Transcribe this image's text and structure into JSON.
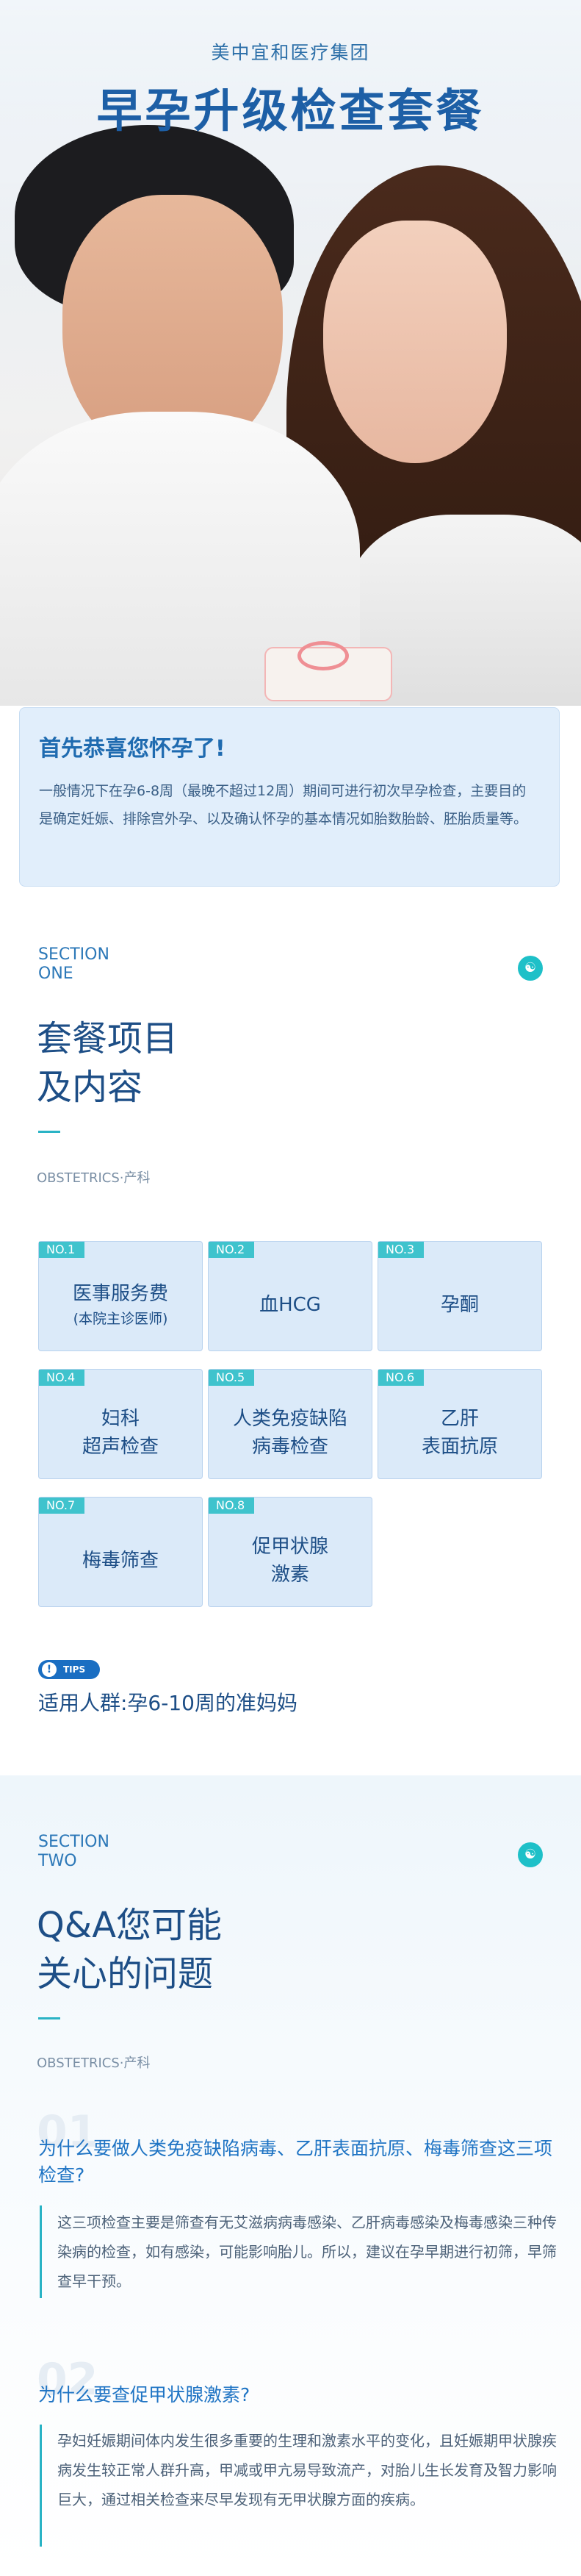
{
  "hero": {
    "brand": "美中宜和医疗集团",
    "title": "早孕升级检查套餐"
  },
  "congrats": {
    "title": "首先恭喜您怀孕了!",
    "text": "一般情况下在孕6-8周（最晚不超过12周）期间可进行初次早孕检查，主要目的是确定妊娠、排除宫外孕、以及确认怀孕的基本情况如胎数胎龄、胚胎质量等。"
  },
  "section_one": {
    "tag_line1": "SECTION",
    "tag_line2": "ONE",
    "icon": "☯",
    "title_line1": "套餐项目",
    "title_line2": "及内容",
    "subtitle": "OBSTETRICS·产科",
    "items": [
      {
        "no": "NO.1",
        "name": "医事服务费",
        "note": "(本院主诊医师)"
      },
      {
        "no": "NO.2",
        "name": "血HCG",
        "note": ""
      },
      {
        "no": "NO.3",
        "name": "孕酮",
        "note": ""
      },
      {
        "no": "NO.4",
        "name": "妇科\n超声检查",
        "note": ""
      },
      {
        "no": "NO.5",
        "name": "人类免疫缺陷\n病毒检查",
        "note": ""
      },
      {
        "no": "NO.6",
        "name": "乙肝\n表面抗原",
        "note": ""
      },
      {
        "no": "NO.7",
        "name": "梅毒筛查",
        "note": ""
      },
      {
        "no": "NO.8",
        "name": "促甲状腺\n激素",
        "note": ""
      }
    ],
    "tips_badge": "TIPS",
    "tips_text": "适用人群:孕6-10周的准妈妈"
  },
  "section_two": {
    "tag_line1": "SECTION",
    "tag_line2": "TWO",
    "icon": "☯",
    "title_line1": "Q&A您可能",
    "title_line2": "关心的问题",
    "subtitle": "OBSTETRICS·产科",
    "qa": [
      {
        "num": "01",
        "question": "为什么要做人类免疫缺陷病毒、乙肝表面抗原、梅毒筛查这三项检查?",
        "answer": "这三项检查主要是筛查有无艾滋病病毒感染、乙肝病毒感染及梅毒感染三种传染病的检查，如有感染，可能影响胎儿。所以，建议在孕早期进行初筛，早筛查早干预。"
      },
      {
        "num": "02",
        "question": "为什么要查促甲状腺激素?",
        "answer": "孕妇妊娠期间体内发生很多重要的生理和激素水平的变化，且妊娠期甲状腺疾病发生较正常人群升高，甲减或甲亢易导致流产，对胎儿生长发育及智力影响巨大，通过相关检查来尽早发现有无甲状腺方面的疾病。"
      }
    ]
  }
}
